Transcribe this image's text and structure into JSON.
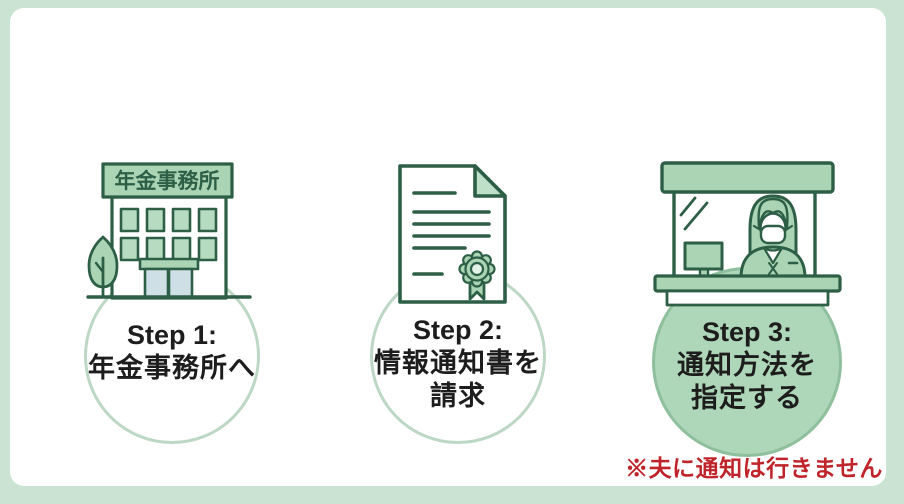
{
  "colors": {
    "frame_green": "#cbe3d2",
    "panel_white": "#ffffff",
    "outline_green": "#2d5f46",
    "fill_green": "#aad4b4",
    "fold_green": "#bfe0c8",
    "window_green": "#b7dbc0",
    "door_blue": "#cee0e6",
    "circle_border": "#bcd8c4",
    "step3_circle_fill": "#aed6b8",
    "step3_circle_border": "#8fc09d",
    "text_black": "#1d1d1d",
    "note_red": "#bf242a"
  },
  "steps": [
    {
      "label": "Step 1:",
      "line1": "年金事務所へ",
      "icon": "pension-office-building",
      "sign": "年金事務所",
      "highlighted": false
    },
    {
      "label": "Step 2:",
      "line1": "情報通知書を",
      "line2": "請求",
      "icon": "certificate-document",
      "highlighted": false
    },
    {
      "label": "Step 3:",
      "line1": "通知方法を",
      "line2": "指定する",
      "icon": "reception-counter",
      "highlighted": true
    }
  ],
  "note": "※夫に通知は行きません"
}
